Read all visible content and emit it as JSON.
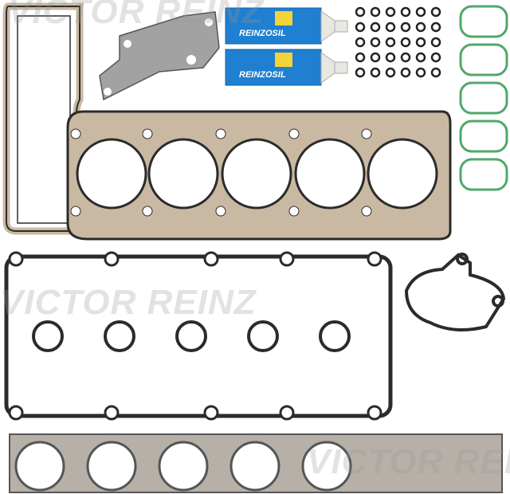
{
  "product": {
    "brand_watermark": "VICTOR REINZ",
    "tube_label": "REINZOSIL",
    "colors": {
      "gasket_dark": "#2b2b2b",
      "gasket_metal": "#c9b9a2",
      "tube_blue": "#1f7fd0",
      "tube_cap": "#e9e7e2",
      "intake_green": "#4fa86a",
      "plate_grey": "#9a9a9a"
    },
    "components": [
      "cylinder-head-gasket",
      "valve-cover-gasket",
      "exhaust-manifold-gasket",
      "intake-manifold-gaskets",
      "sealant-tubes",
      "o-rings",
      "vacuum-pump-gasket",
      "timing-cover-gasket",
      "plate-gasket"
    ]
  }
}
